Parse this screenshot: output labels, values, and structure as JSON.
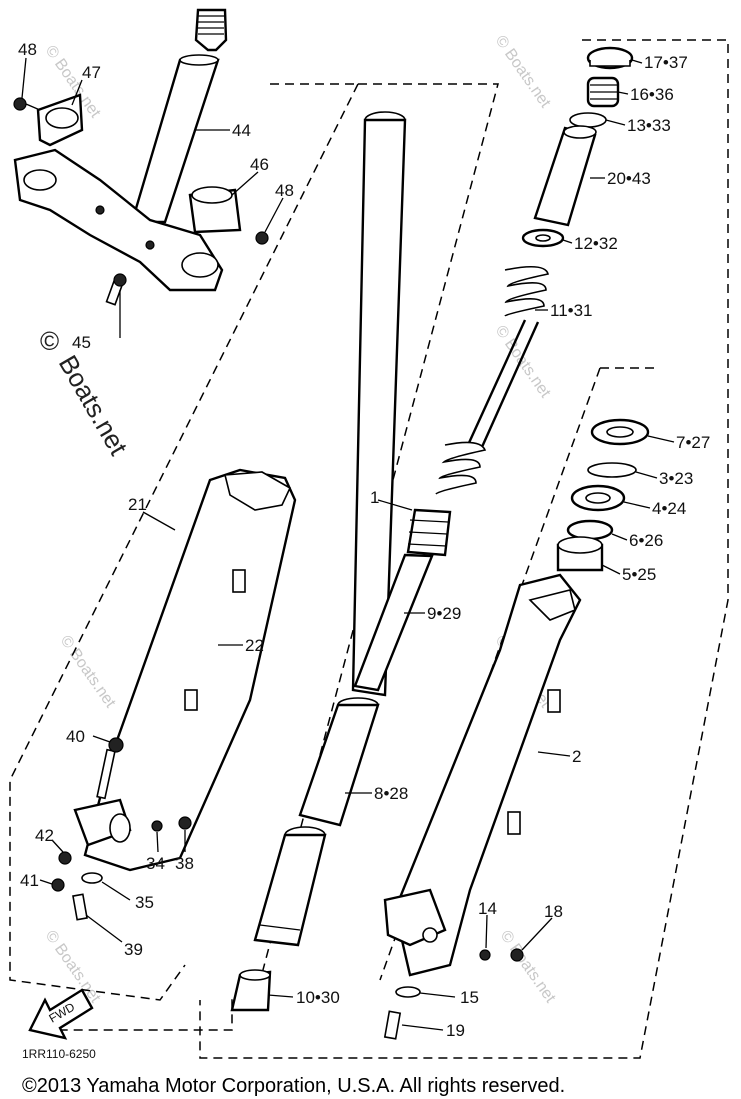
{
  "labels": {
    "l48a": "48",
    "l47": "47",
    "l44": "44",
    "l46": "46",
    "l48b": "48",
    "l45": "45",
    "l17": "17•37",
    "l16": "16•36",
    "l13": "13•33",
    "l20": "20•43",
    "l12": "12•32",
    "l11": "11•31",
    "l7": "7•27",
    "l3": "3•23",
    "l4": "4•24",
    "l6": "6•26",
    "l5": "5•25",
    "l21": "21",
    "l1": "1",
    "l9": "9•29",
    "l22": "22",
    "l2": "2",
    "l40": "40",
    "l8": "8•28",
    "l42": "42",
    "l34": "34",
    "l38": "38",
    "l41": "41",
    "l35": "35",
    "l39": "39",
    "l14": "14",
    "l18": "18",
    "l10": "10•30",
    "l15": "15",
    "l19": "19"
  },
  "fwd_label": "FWD",
  "diagram_code": "1RR110-6250",
  "watermark": {
    "main_symbol": "©",
    "main_text": "Boats.net",
    "tile_text": "© Boats.net"
  },
  "copyright": "©2013 Yamaha Motor Corporation, U.S.A. All rights reserved."
}
